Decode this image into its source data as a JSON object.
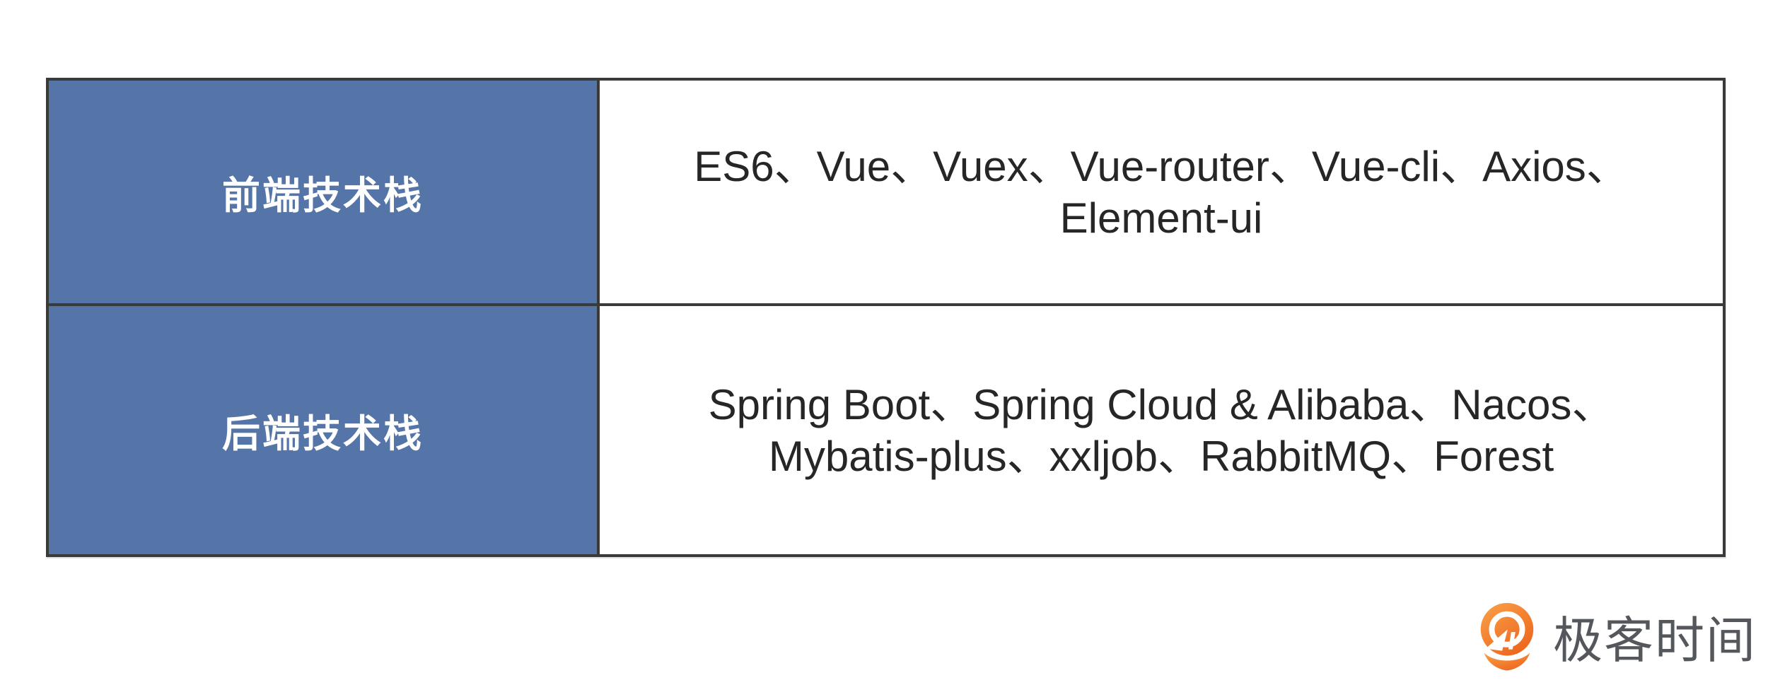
{
  "table": {
    "rows": [
      {
        "label": "前端技术栈",
        "lines": [
          "ES6、Vue、Vuex、Vue-router、Vue-cli、Axios、",
          "Element-ui"
        ]
      },
      {
        "label": "后端技术栈",
        "lines": [
          "Spring Boot、Spring Cloud & Alibaba、Nacos、",
          "Mybatis-plus、xxljob、RabbitMQ、Forest"
        ]
      }
    ]
  },
  "brand": {
    "name": "极客时间",
    "icon": "geektime-q-pin-icon"
  },
  "colors": {
    "label_cell_blue": "#5574a7",
    "table_border": "#3a3a3a",
    "content_text": "#262626",
    "logo_orange_light": "#faa148",
    "logo_orange_dark": "#ed671e",
    "logo_text_gray": "#54575c"
  }
}
